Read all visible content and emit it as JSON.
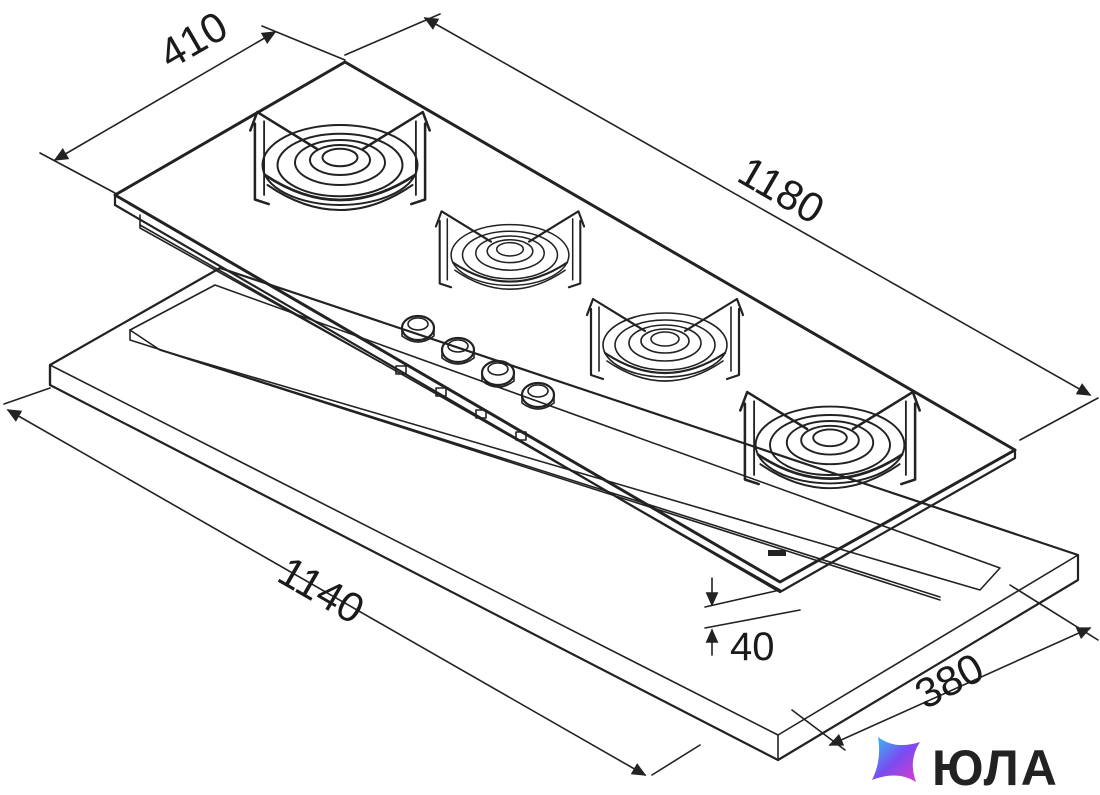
{
  "dimensions": {
    "depth_top": "410",
    "length_top": "1180",
    "length_cutout": "1140",
    "height": "40",
    "depth_cutout": "380"
  },
  "brand": {
    "logo_text": "ЮЛА",
    "logo_colors": [
      "#2ec6f0",
      "#7a4cf0",
      "#e03ac8"
    ]
  },
  "product": {
    "burners": 4,
    "knobs": 4
  }
}
